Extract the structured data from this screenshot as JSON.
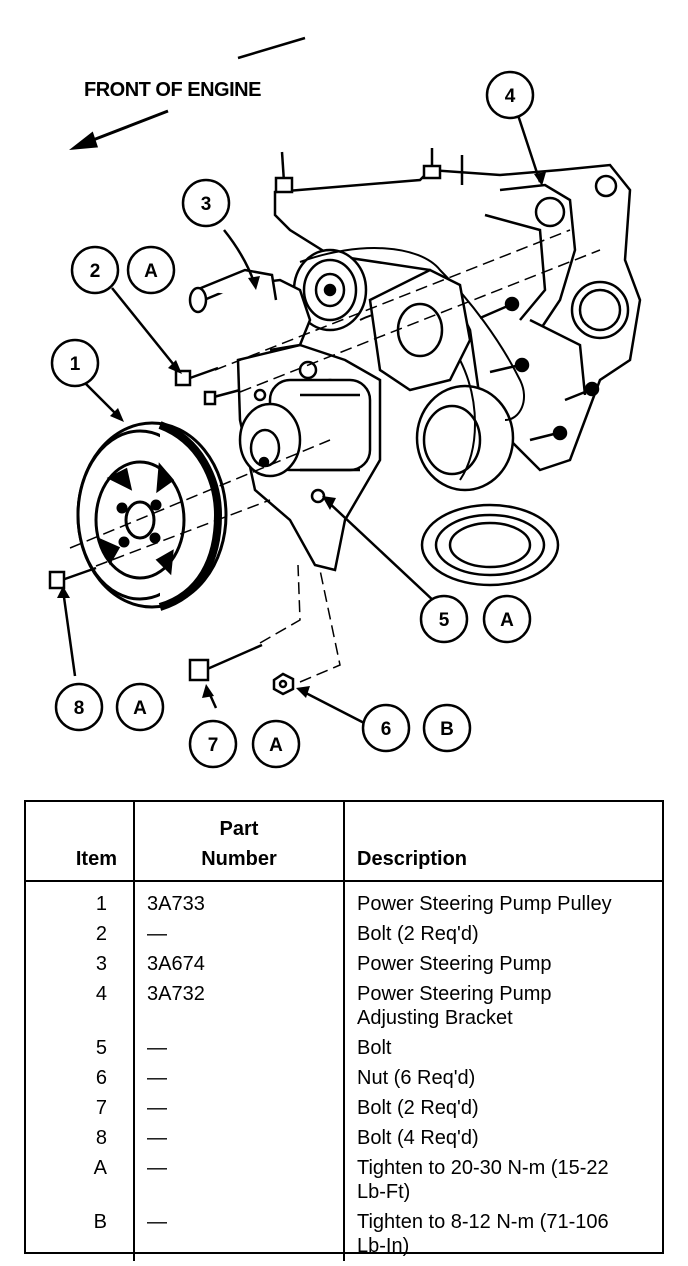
{
  "diagram": {
    "front_label": "FRONT OF ENGINE",
    "callouts": [
      {
        "num": "1"
      },
      {
        "num": "2",
        "letter": "A"
      },
      {
        "num": "3"
      },
      {
        "num": "4"
      },
      {
        "num": "5",
        "letter": "A"
      },
      {
        "num": "6",
        "letter": "B"
      },
      {
        "num": "7",
        "letter": "A"
      },
      {
        "num": "8",
        "letter": "A"
      }
    ]
  },
  "table": {
    "headers": {
      "item": "Item",
      "part_line1": "Part",
      "part_line2": "Number",
      "description": "Description"
    },
    "rows": [
      {
        "item": "1",
        "part": "3A733",
        "desc": [
          "Power Steering Pump Pulley"
        ]
      },
      {
        "item": "2",
        "part": "—",
        "desc": [
          "Bolt (2 Req'd)"
        ]
      },
      {
        "item": "3",
        "part": "3A674",
        "desc": [
          "Power Steering Pump"
        ]
      },
      {
        "item": "4",
        "part": "3A732",
        "desc": [
          "Power Steering Pump",
          "Adjusting Bracket"
        ]
      },
      {
        "item": "5",
        "part": "—",
        "desc": [
          "Bolt"
        ]
      },
      {
        "item": "6",
        "part": "—",
        "desc": [
          "Nut (6 Req'd)"
        ]
      },
      {
        "item": "7",
        "part": "—",
        "desc": [
          "Bolt (2 Req'd)"
        ]
      },
      {
        "item": "8",
        "part": "—",
        "desc": [
          "Bolt (4 Req'd)"
        ]
      },
      {
        "item": "A",
        "part": "—",
        "desc": [
          "Tighten to 20-30 N-m (15-22",
          "Lb-Ft)"
        ]
      },
      {
        "item": "B",
        "part": "—",
        "desc": [
          "Tighten to 8-12 N-m (71-106",
          "Lb-In)"
        ]
      }
    ]
  }
}
